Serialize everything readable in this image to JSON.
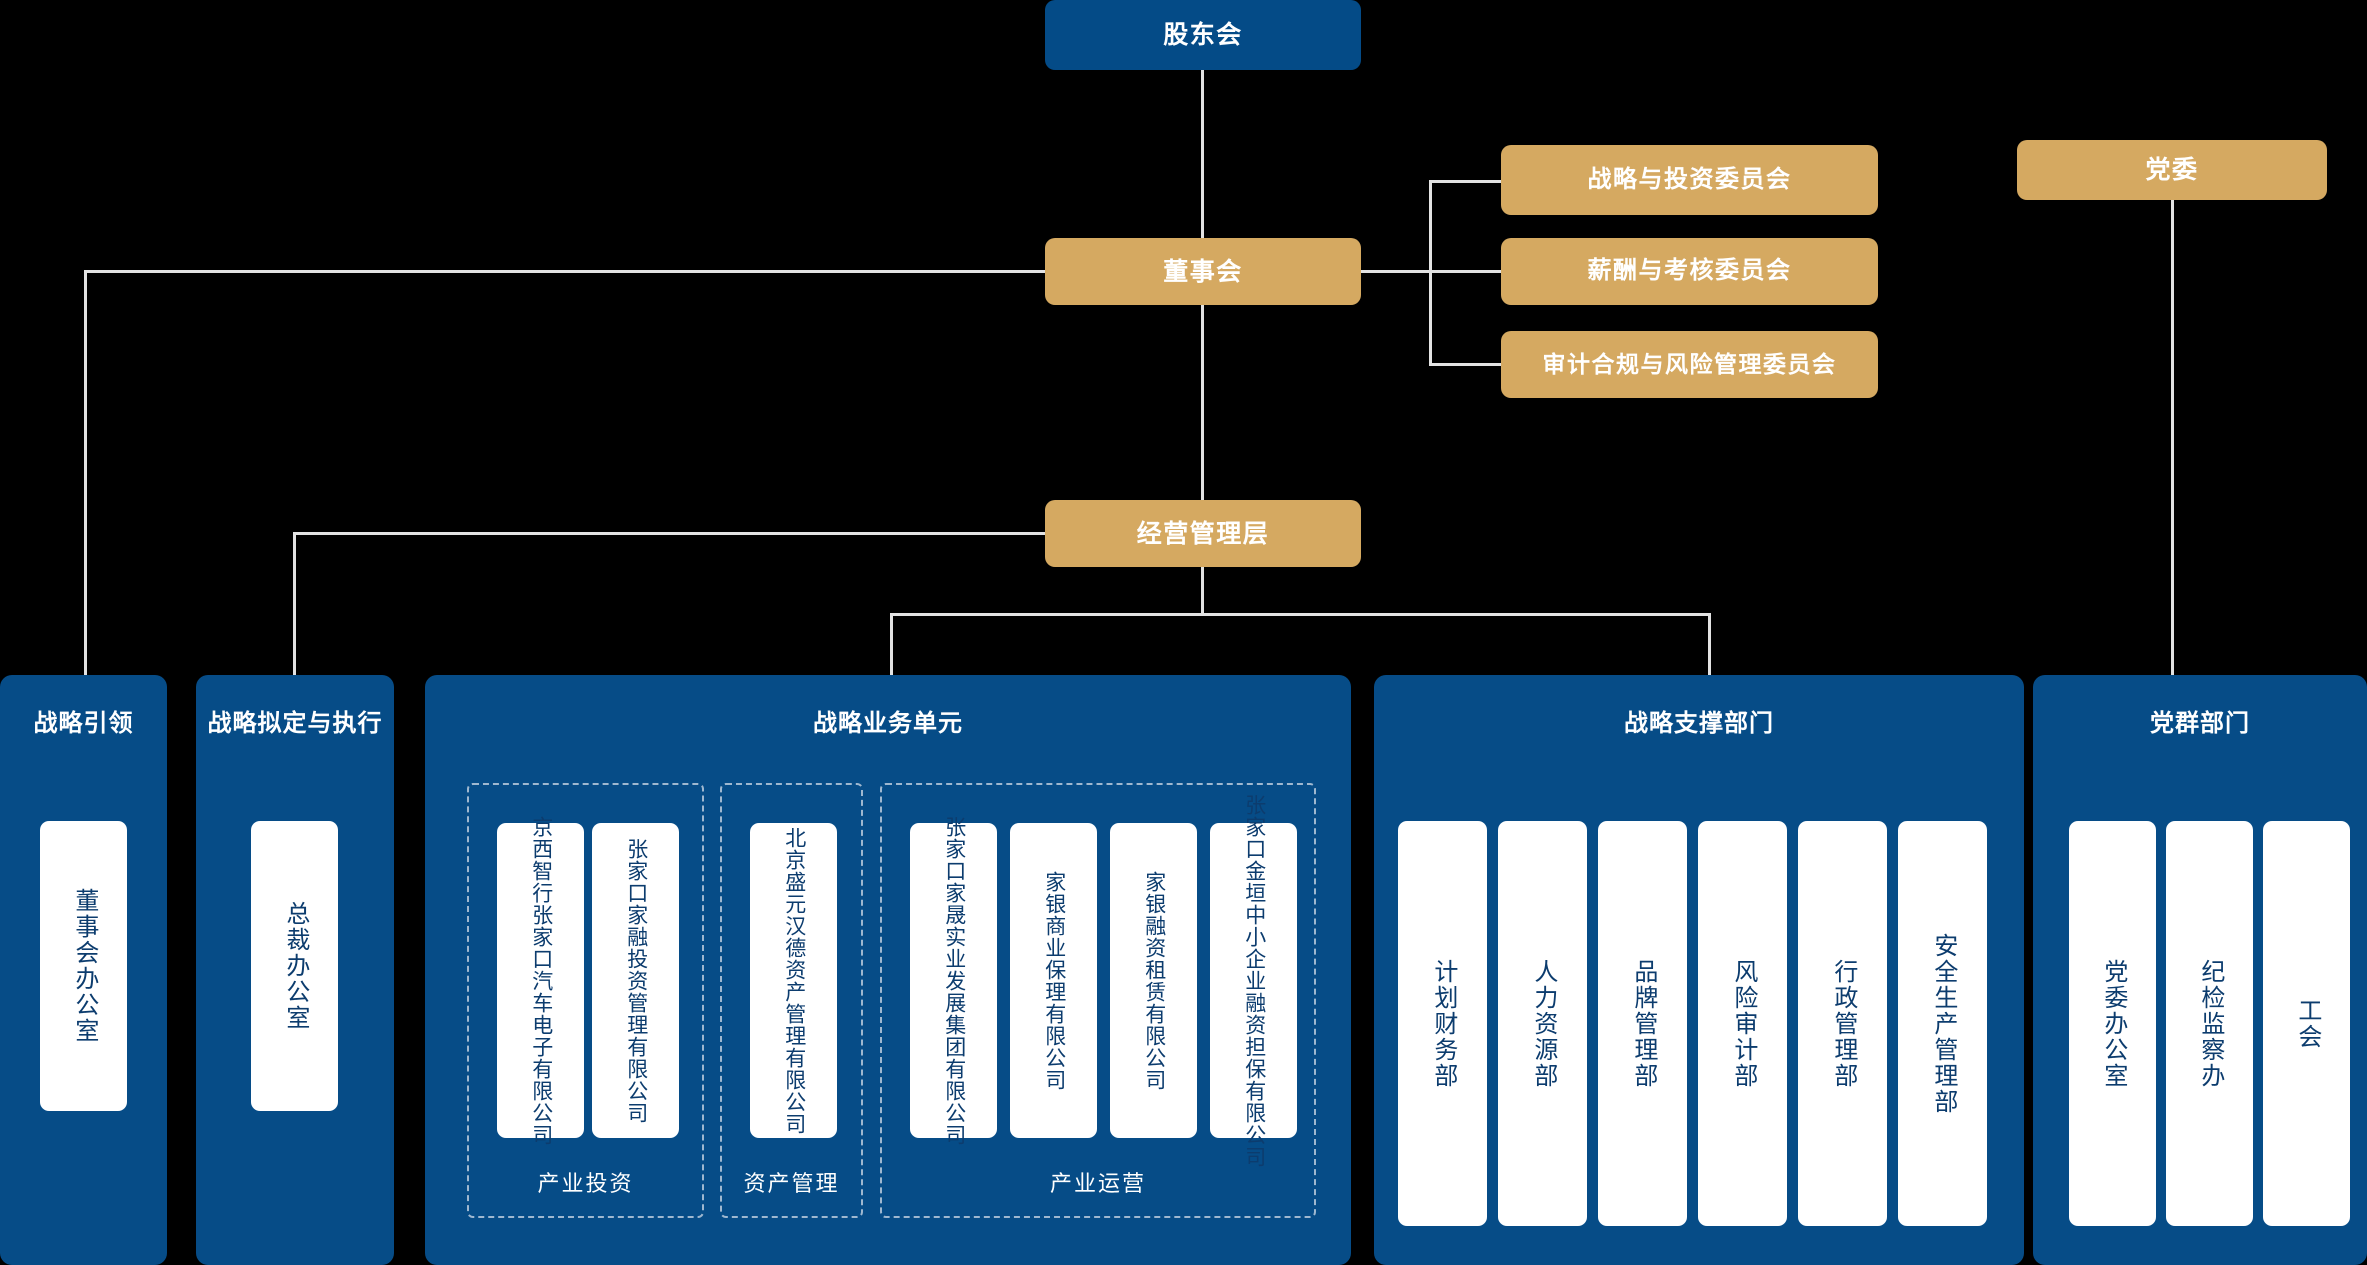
{
  "chart_type": "org-chart",
  "colors": {
    "background": "#000000",
    "primary_blue": "#044B87",
    "panel_blue": "#064C87",
    "gold": "#D5A961",
    "chip_white": "#FFFFFF",
    "chip_text": "#0C3C6E",
    "connector": "#E3E3E3",
    "dashed_border": "#9FB8D0"
  },
  "top": {
    "shareholders": "股东会",
    "board": "董事会",
    "management": "经营管理层",
    "party_committee": "党委"
  },
  "committees": [
    "战略与投资委员会",
    "薪酬与考核委员会",
    "审计合规与风险管理委员会"
  ],
  "sections": [
    {
      "title": "战略引领",
      "items": [
        "董事会办公室"
      ]
    },
    {
      "title": "战略拟定与执行",
      "items": [
        "总裁办公室"
      ]
    },
    {
      "title": "战略业务单元",
      "groups": [
        {
          "label": "产业投资",
          "items": [
            "京西智行张家口汽车电子有限公司",
            "张家口家融投资管理有限公司"
          ]
        },
        {
          "label": "资产管理",
          "items": [
            "北京盛元汉德资产管理有限公司"
          ]
        },
        {
          "label": "产业运营",
          "items": [
            "张家口家晟实业发展集团有限公司",
            "家银商业保理有限公司",
            "家银融资租赁有限公司",
            "张家口金垣中小企业融资担保有限公司"
          ]
        }
      ]
    },
    {
      "title": "战略支撑部门",
      "items": [
        "计划财务部",
        "人力资源部",
        "品牌管理部",
        "风险审计部",
        "行政管理部",
        "安全生产管理部"
      ]
    },
    {
      "title": "党群部门",
      "items": [
        "党委办公室",
        "纪检监察办",
        "工会"
      ]
    }
  ]
}
